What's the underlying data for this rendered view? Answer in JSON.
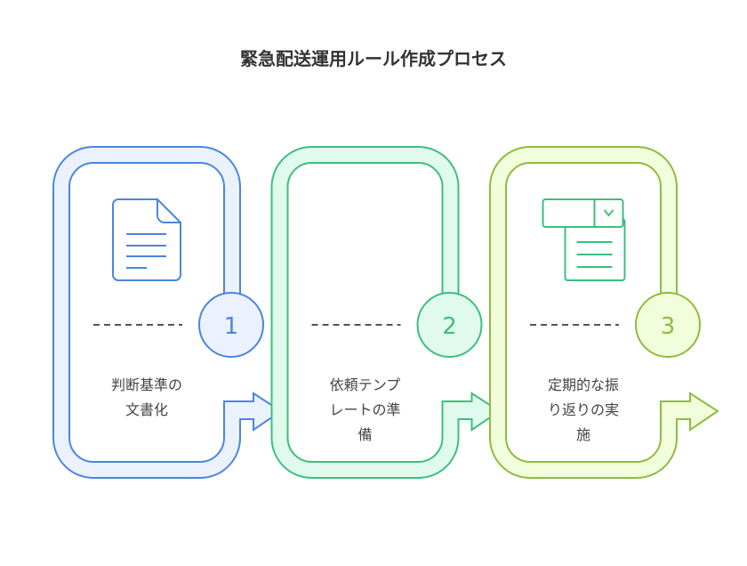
{
  "title": "緊急配送運用ルール作成プロセス",
  "steps": [
    {
      "number": "1",
      "lines": [
        "判断基準の",
        "文書化"
      ],
      "icon": "document-icon",
      "stroke": "#4a86e0",
      "fill": "#ebf2fe"
    },
    {
      "number": "2",
      "lines": [
        "依頼テンプ",
        "レートの準",
        "備"
      ],
      "icon": "template-icon",
      "stroke": "#3dbf7b",
      "fill": "#e0fbee"
    },
    {
      "number": "3",
      "lines": [
        "定期的な振",
        "り返りの実",
        "施"
      ],
      "icon": "review-cycle-icon",
      "stroke": "#8cbd3c",
      "fill": "#f2fddc"
    }
  ]
}
